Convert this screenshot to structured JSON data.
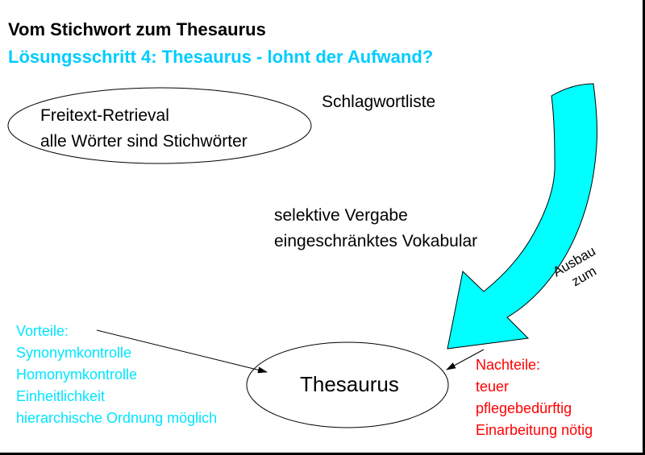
{
  "title": "Vom Stichwort zum Thesaurus",
  "subtitle": "Lösungsschritt 4: Thesaurus - lohnt der Aufwand?",
  "freitext": {
    "line1": "Freitext-Retrieval",
    "line2": "alle Wörter sind Stichwörter"
  },
  "schlagwortliste": "Schlagwortliste",
  "selektiv": {
    "line1": "selektive Vergabe",
    "line2": "eingeschränktes Vokabular"
  },
  "arrow_label": {
    "line1": "Ausbau",
    "line2": "zum"
  },
  "thesaurus": "Thesaurus",
  "vorteile": [
    "Vorteile:",
    "Synonymkontrolle",
    "Homonymkontrolle",
    "Einheitlichkeit",
    "hierarchische Ordnung möglich"
  ],
  "nachteile": [
    "Nachteile:",
    "teuer",
    "pflegebedürftig",
    "Einarbeitung nötig"
  ],
  "colors": {
    "accent": "#00ffff",
    "title_blue": "#00ccff",
    "pro": "#00e5ff",
    "con": "#ff0000"
  }
}
